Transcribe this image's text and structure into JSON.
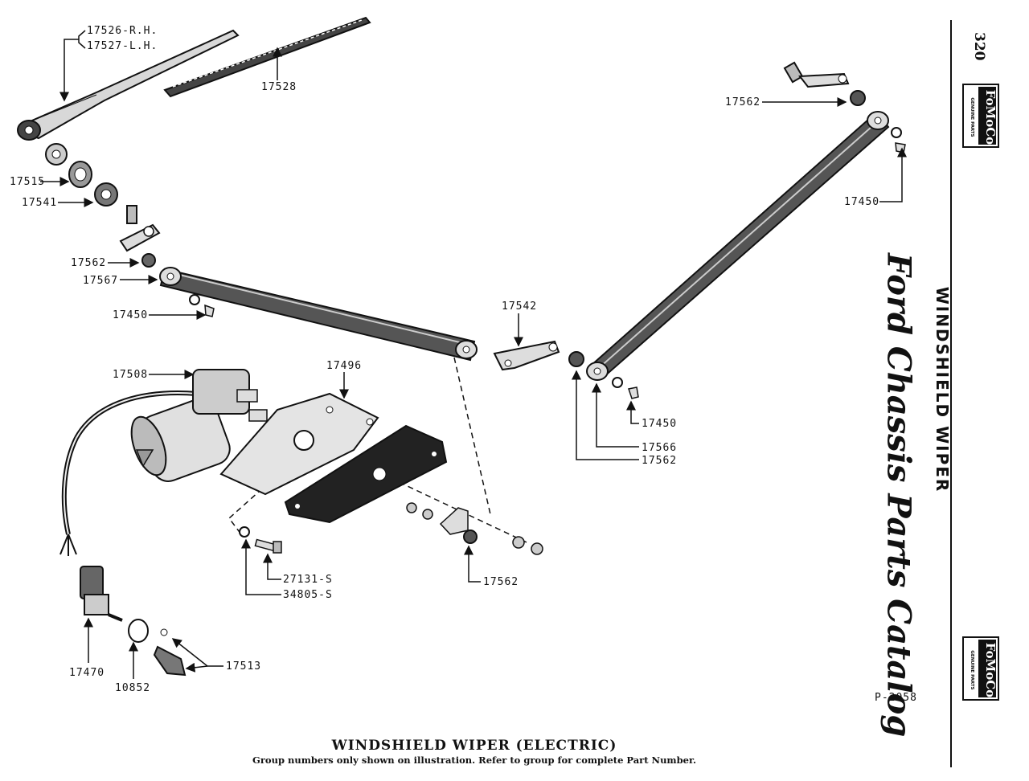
{
  "diagram": {
    "title": "WINDSHIELD WIPER (ELECTRIC)",
    "subtitle": "Group numbers only shown on illustration.  Refer to group for complete Part Number.",
    "plate_ref": "P-2058",
    "page_number": "320",
    "side_brand": "Ford Chassis Parts Catalog",
    "side_section": "WINDSHIELD WIPER",
    "badge_text": "FoMoCo",
    "badge_sub": "GENUINE PARTS"
  },
  "labels": [
    {
      "id": "l1",
      "text": "17526-R.H."
    },
    {
      "id": "l2",
      "text": "17527-L.H."
    },
    {
      "id": "l3",
      "text": "17528"
    },
    {
      "id": "l4",
      "text": "17515"
    },
    {
      "id": "l5",
      "text": "17541"
    },
    {
      "id": "l6",
      "text": "17562"
    },
    {
      "id": "l7",
      "text": "17567"
    },
    {
      "id": "l8",
      "text": "17450"
    },
    {
      "id": "l9",
      "text": "17508"
    },
    {
      "id": "l10",
      "text": "17496"
    },
    {
      "id": "l11",
      "text": "17542"
    },
    {
      "id": "l12",
      "text": "17562"
    },
    {
      "id": "l13",
      "text": "17450"
    },
    {
      "id": "l14",
      "text": "17450"
    },
    {
      "id": "l15",
      "text": "17566"
    },
    {
      "id": "l16",
      "text": "17562"
    },
    {
      "id": "l17",
      "text": "27131-S"
    },
    {
      "id": "l18",
      "text": "34805-S"
    },
    {
      "id": "l19",
      "text": "17562"
    },
    {
      "id": "l20",
      "text": "17470"
    },
    {
      "id": "l21",
      "text": "10852"
    },
    {
      "id": "l22",
      "text": "17513"
    }
  ]
}
